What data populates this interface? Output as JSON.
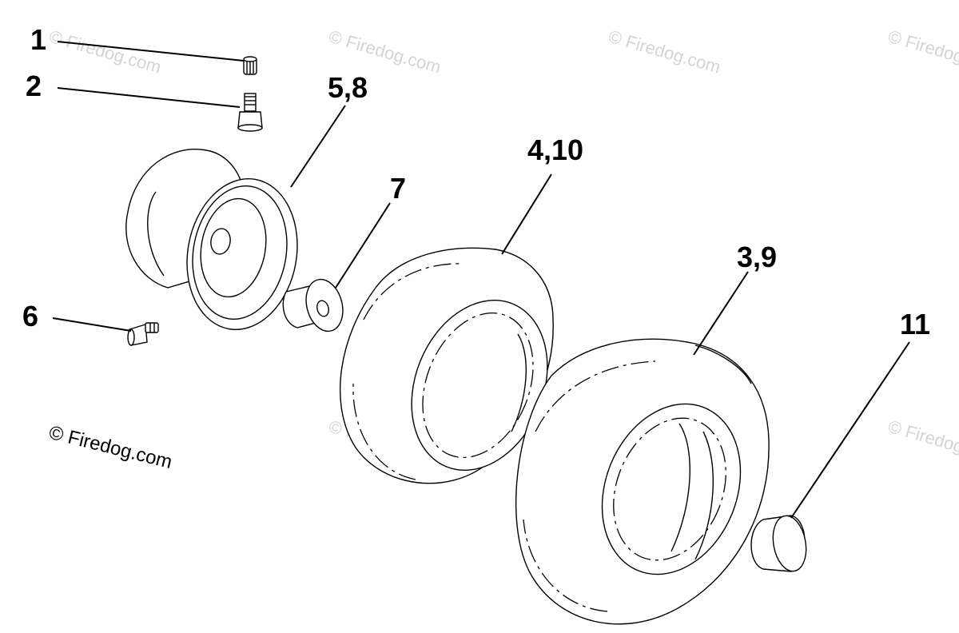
{
  "diagram": {
    "callouts": [
      {
        "id": "1",
        "label": "1"
      },
      {
        "id": "2",
        "label": "2"
      },
      {
        "id": "58",
        "label": "5,8"
      },
      {
        "id": "410",
        "label": "4,10"
      },
      {
        "id": "7",
        "label": "7"
      },
      {
        "id": "39",
        "label": "3,9"
      },
      {
        "id": "6",
        "label": "6"
      },
      {
        "id": "11",
        "label": "11"
      }
    ],
    "copyright": "© Firedog.com",
    "watermark": "© Firedog.com"
  }
}
